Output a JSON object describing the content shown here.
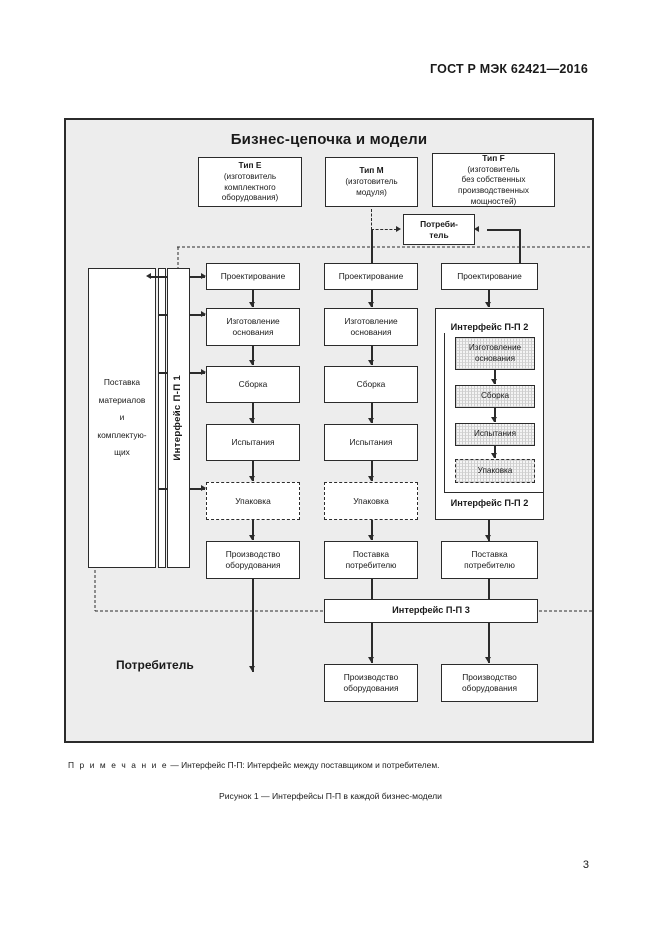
{
  "document": {
    "header": "ГОСТ Р МЭК 62421—2016",
    "page_number": "3"
  },
  "figure": {
    "title": "Бизнес-цепочка и модели",
    "type_boxes": [
      {
        "title": "Тип E",
        "desc_line1": "(изготовитель",
        "desc_line2": "комплектного",
        "desc_line3": "оборудования)"
      },
      {
        "title": "Тип M",
        "desc_line1": "(изготовитель",
        "desc_line2": "модуля)",
        "desc_line3": ""
      },
      {
        "title": "Тип F",
        "desc_line1": "(изготовитель",
        "desc_line2": "без собственных",
        "desc_line3": "производственных",
        "desc_line4": "мощностей)"
      }
    ],
    "consumer_top": {
      "line1": "Потреби-",
      "line2": "тель"
    },
    "supply_block": {
      "line1": "Поставка",
      "line2": "материалов",
      "line3": "и",
      "line4": "комплектую-",
      "line5": "щих"
    },
    "interface_1": "Интерфейс П-П 1",
    "interface_2_top": "Интерфейс П-П 2",
    "interface_2_bottom": "Интерфейс П-П 2",
    "interface_3": "Интерфейс П-П 3",
    "consumer_label": "Потребитель",
    "column_e": [
      {
        "label": "Проектирование",
        "style": "solid"
      },
      {
        "label_line1": "Изготовление",
        "label_line2": "основания",
        "style": "solid"
      },
      {
        "label": "Сборка",
        "style": "solid"
      },
      {
        "label": "Испытания",
        "style": "solid"
      },
      {
        "label": "Упаковка",
        "style": "dashed"
      },
      {
        "label_line1": "Производство",
        "label_line2": "оборудования",
        "style": "solid"
      }
    ],
    "column_m": [
      {
        "label": "Проектирование",
        "style": "solid"
      },
      {
        "label_line1": "Изготовление",
        "label_line2": "основания",
        "style": "solid"
      },
      {
        "label": "Сборка",
        "style": "solid"
      },
      {
        "label": "Испытания",
        "style": "solid"
      },
      {
        "label": "Упаковка",
        "style": "dashed"
      },
      {
        "label_line1": "Поставка",
        "label_line2": "потребителю",
        "style": "solid"
      }
    ],
    "column_f": {
      "design": "Проектирование",
      "inner_boxes": [
        {
          "label_line1": "Изготовление",
          "label_line2": "основания",
          "style": "solid"
        },
        {
          "label": "Сборка",
          "style": "solid"
        },
        {
          "label": "Испытания",
          "style": "solid"
        },
        {
          "label": "Упаковка",
          "style": "dashed"
        }
      ],
      "delivery_line1": "Поставка",
      "delivery_line2": "потребителю"
    },
    "bottom_boxes": [
      {
        "label_line1": "Производство",
        "label_line2": "оборудования"
      },
      {
        "label_line1": "Производство",
        "label_line2": "оборудования"
      }
    ]
  },
  "note": {
    "label": "П р и м е ч а н и е",
    "dash": " — ",
    "text": "Интерфейс П-П: Интерфейс между поставщиком и потребителем."
  },
  "caption": "Рисунок 1 — Интерфейсы П-П в каждой бизнес-модели"
}
